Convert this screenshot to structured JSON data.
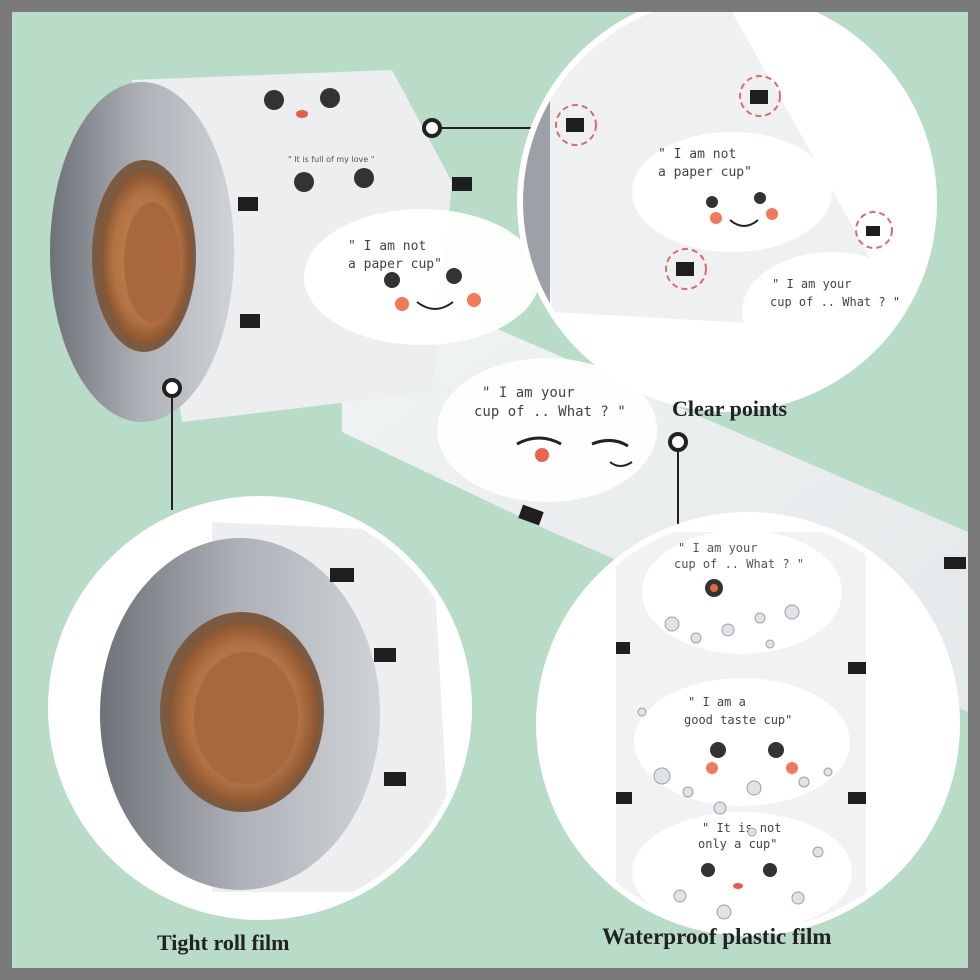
{
  "labels": {
    "clear_points": "Clear points",
    "tight_roll": "Tight roll film",
    "waterproof": "Waterproof plastic film"
  },
  "film_print": {
    "phrase_paper_cup_1": "\" I am not",
    "phrase_paper_cup_2": "a paper cup\"",
    "phrase_your_cup_1": "\" I am your",
    "phrase_your_cup_2": "cup of .. What ? \"",
    "phrase_good_taste_1": "\" I am a",
    "phrase_good_taste_2": "good taste cup\"",
    "phrase_love": "\" It is full of my love \"",
    "phrase_only_cup_1": "\" It is not",
    "phrase_only_cup_2": "only a cup\""
  },
  "colors": {
    "background": "#b9dcc9",
    "border": "#7a7a7a",
    "core": "#b5784a",
    "film_edge": "#8e929a",
    "marker": "#1e1e1e",
    "highlight_ring": "#e06a6a",
    "cheek": "#f07a5a"
  }
}
